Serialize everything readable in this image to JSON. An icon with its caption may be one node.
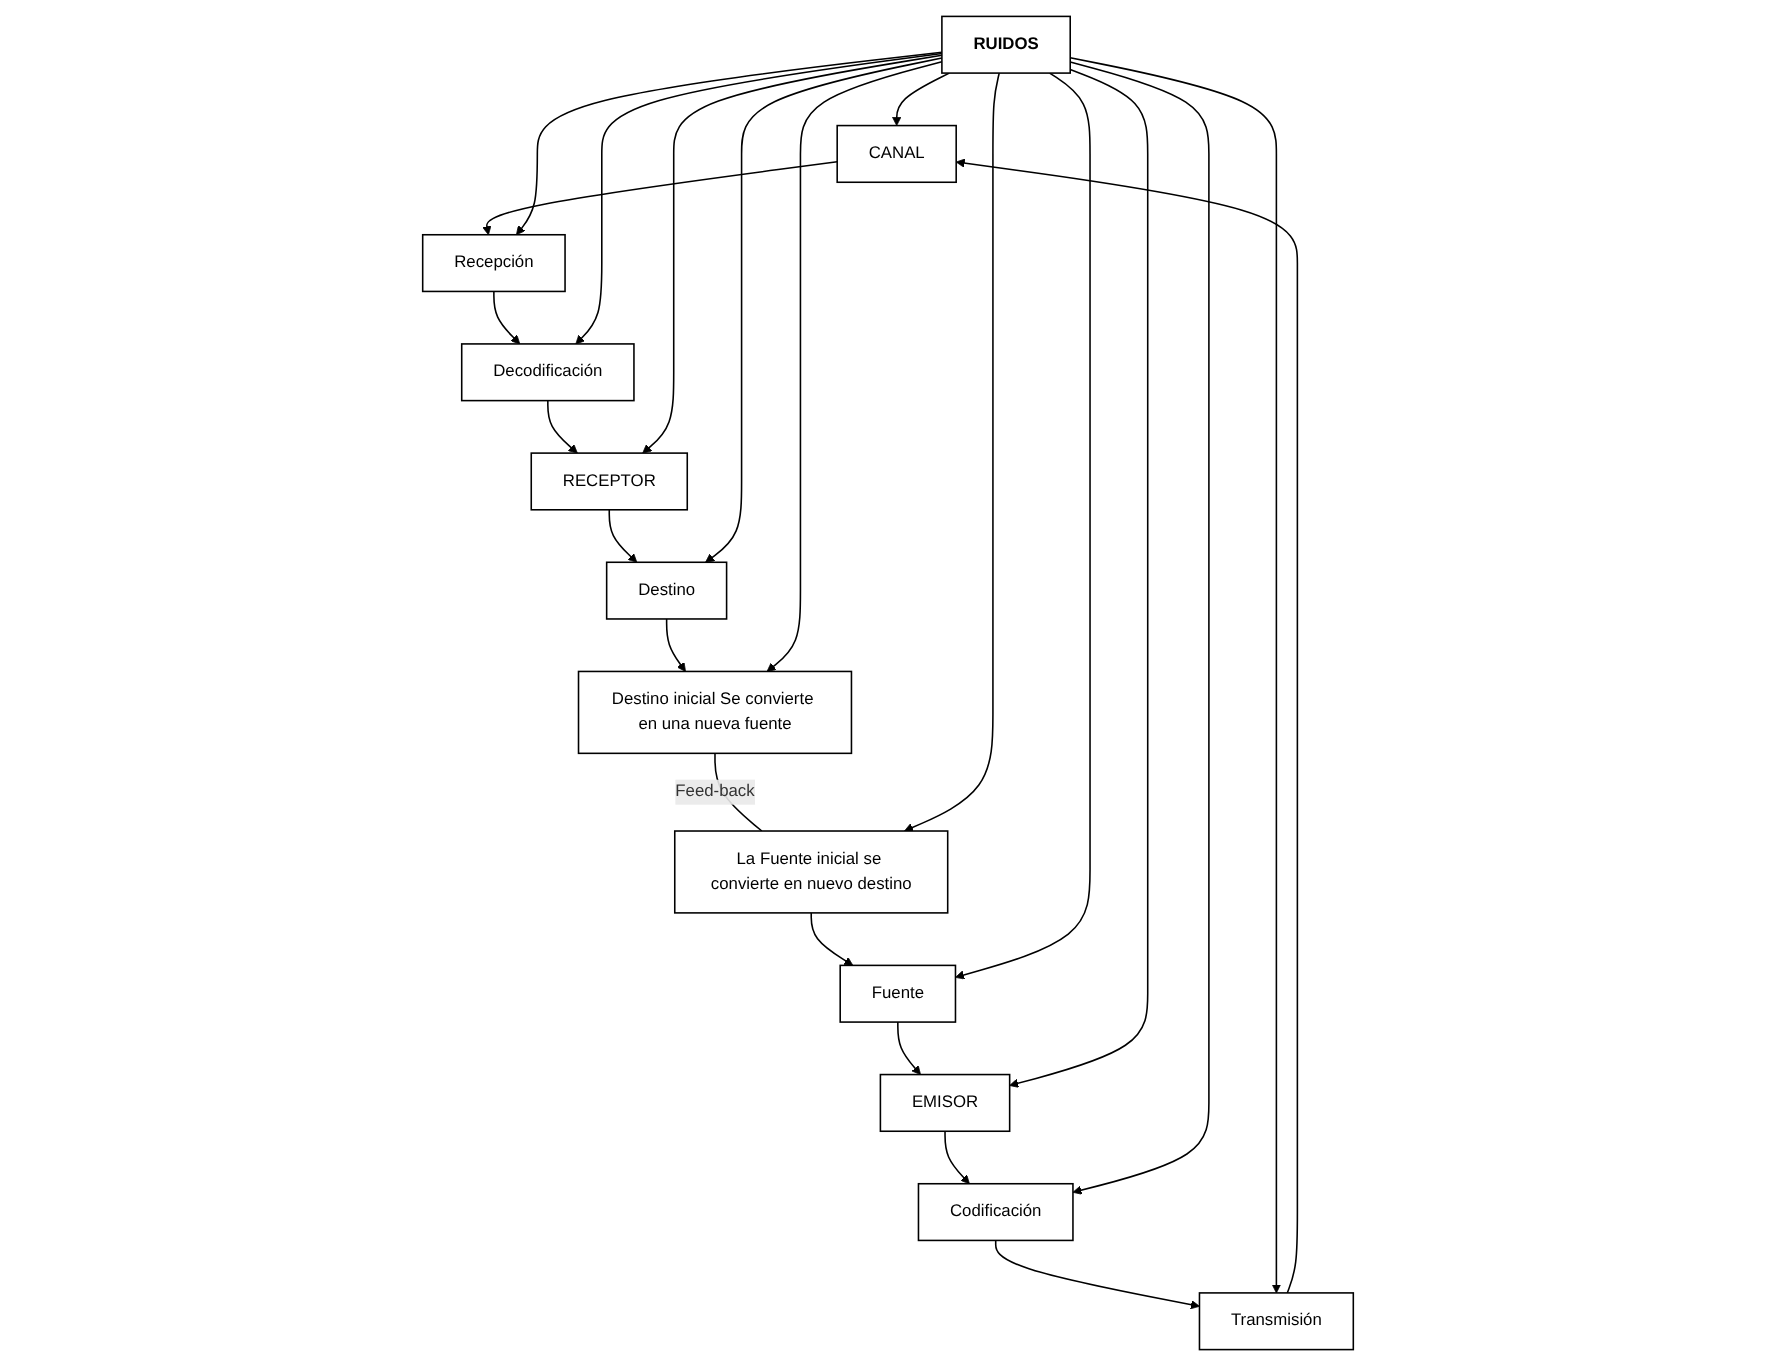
{
  "diagram": {
    "nodes": [
      {
        "text": [
          "CANAL"
        ]
      },
      {
        "text": [
          "Transmisión"
        ]
      },
      {
        "text": [
          "Recepción"
        ]
      },
      {
        "text": [
          "Codificación"
        ]
      },
      {
        "text": [
          "Decodificación"
        ]
      },
      {
        "text": [
          "EMISOR"
        ]
      },
      {
        "text": [
          "RUIDOS"
        ]
      },
      {
        "text": [
          "RECEPTOR"
        ]
      },
      {
        "text": [
          "Fuente"
        ]
      },
      {
        "text": [
          "Destino"
        ]
      },
      {
        "text": [
          "La Fuente inicial se convierte en nuevo destino"
        ]
      },
      {
        "text": [
          "Destino inicial Se convierte en una nueva fuente"
        ]
      }
    ],
    "edges": [
      {
        "from": 8,
        "to": 5,
        "arrow": "to"
      },
      {
        "from": 5,
        "to": 3,
        "arrow": "to"
      },
      {
        "from": 3,
        "to": 1,
        "arrow": "to"
      },
      {
        "from": 1,
        "to": 0,
        "arrow": "to"
      },
      {
        "from": 0,
        "to": 2,
        "arrow": "to"
      },
      {
        "from": 2,
        "to": 4,
        "arrow": "to"
      },
      {
        "from": 4,
        "to": 7,
        "arrow": "to"
      },
      {
        "from": 7,
        "to": 9,
        "arrow": "to"
      },
      {
        "from": 9,
        "to": 11,
        "arrow": "to"
      },
      {
        "from": 11,
        "to": 10,
        "arrow": "none",
        "label": "Feed-back"
      },
      {
        "from": 10,
        "to": 8,
        "arrow": "to"
      },
      {
        "from": 6,
        "to": 0,
        "arrow": "to"
      },
      {
        "from": 6,
        "to": 1,
        "arrow": "to"
      },
      {
        "from": 6,
        "to": 2,
        "arrow": "to"
      },
      {
        "from": 6,
        "to": 3,
        "arrow": "to"
      },
      {
        "from": 6,
        "to": 4,
        "arrow": "to"
      },
      {
        "from": 6,
        "to": 5,
        "arrow": "to"
      },
      {
        "from": 6,
        "to": 7,
        "arrow": "to"
      },
      {
        "from": 6,
        "to": 8,
        "arrow": "to"
      },
      {
        "from": 6,
        "to": 9,
        "arrow": "to"
      },
      {
        "from": 6,
        "to": 10,
        "arrow": "to"
      },
      {
        "from": 6,
        "to": 11,
        "arrow": "to"
      }
    ]
  }
}
